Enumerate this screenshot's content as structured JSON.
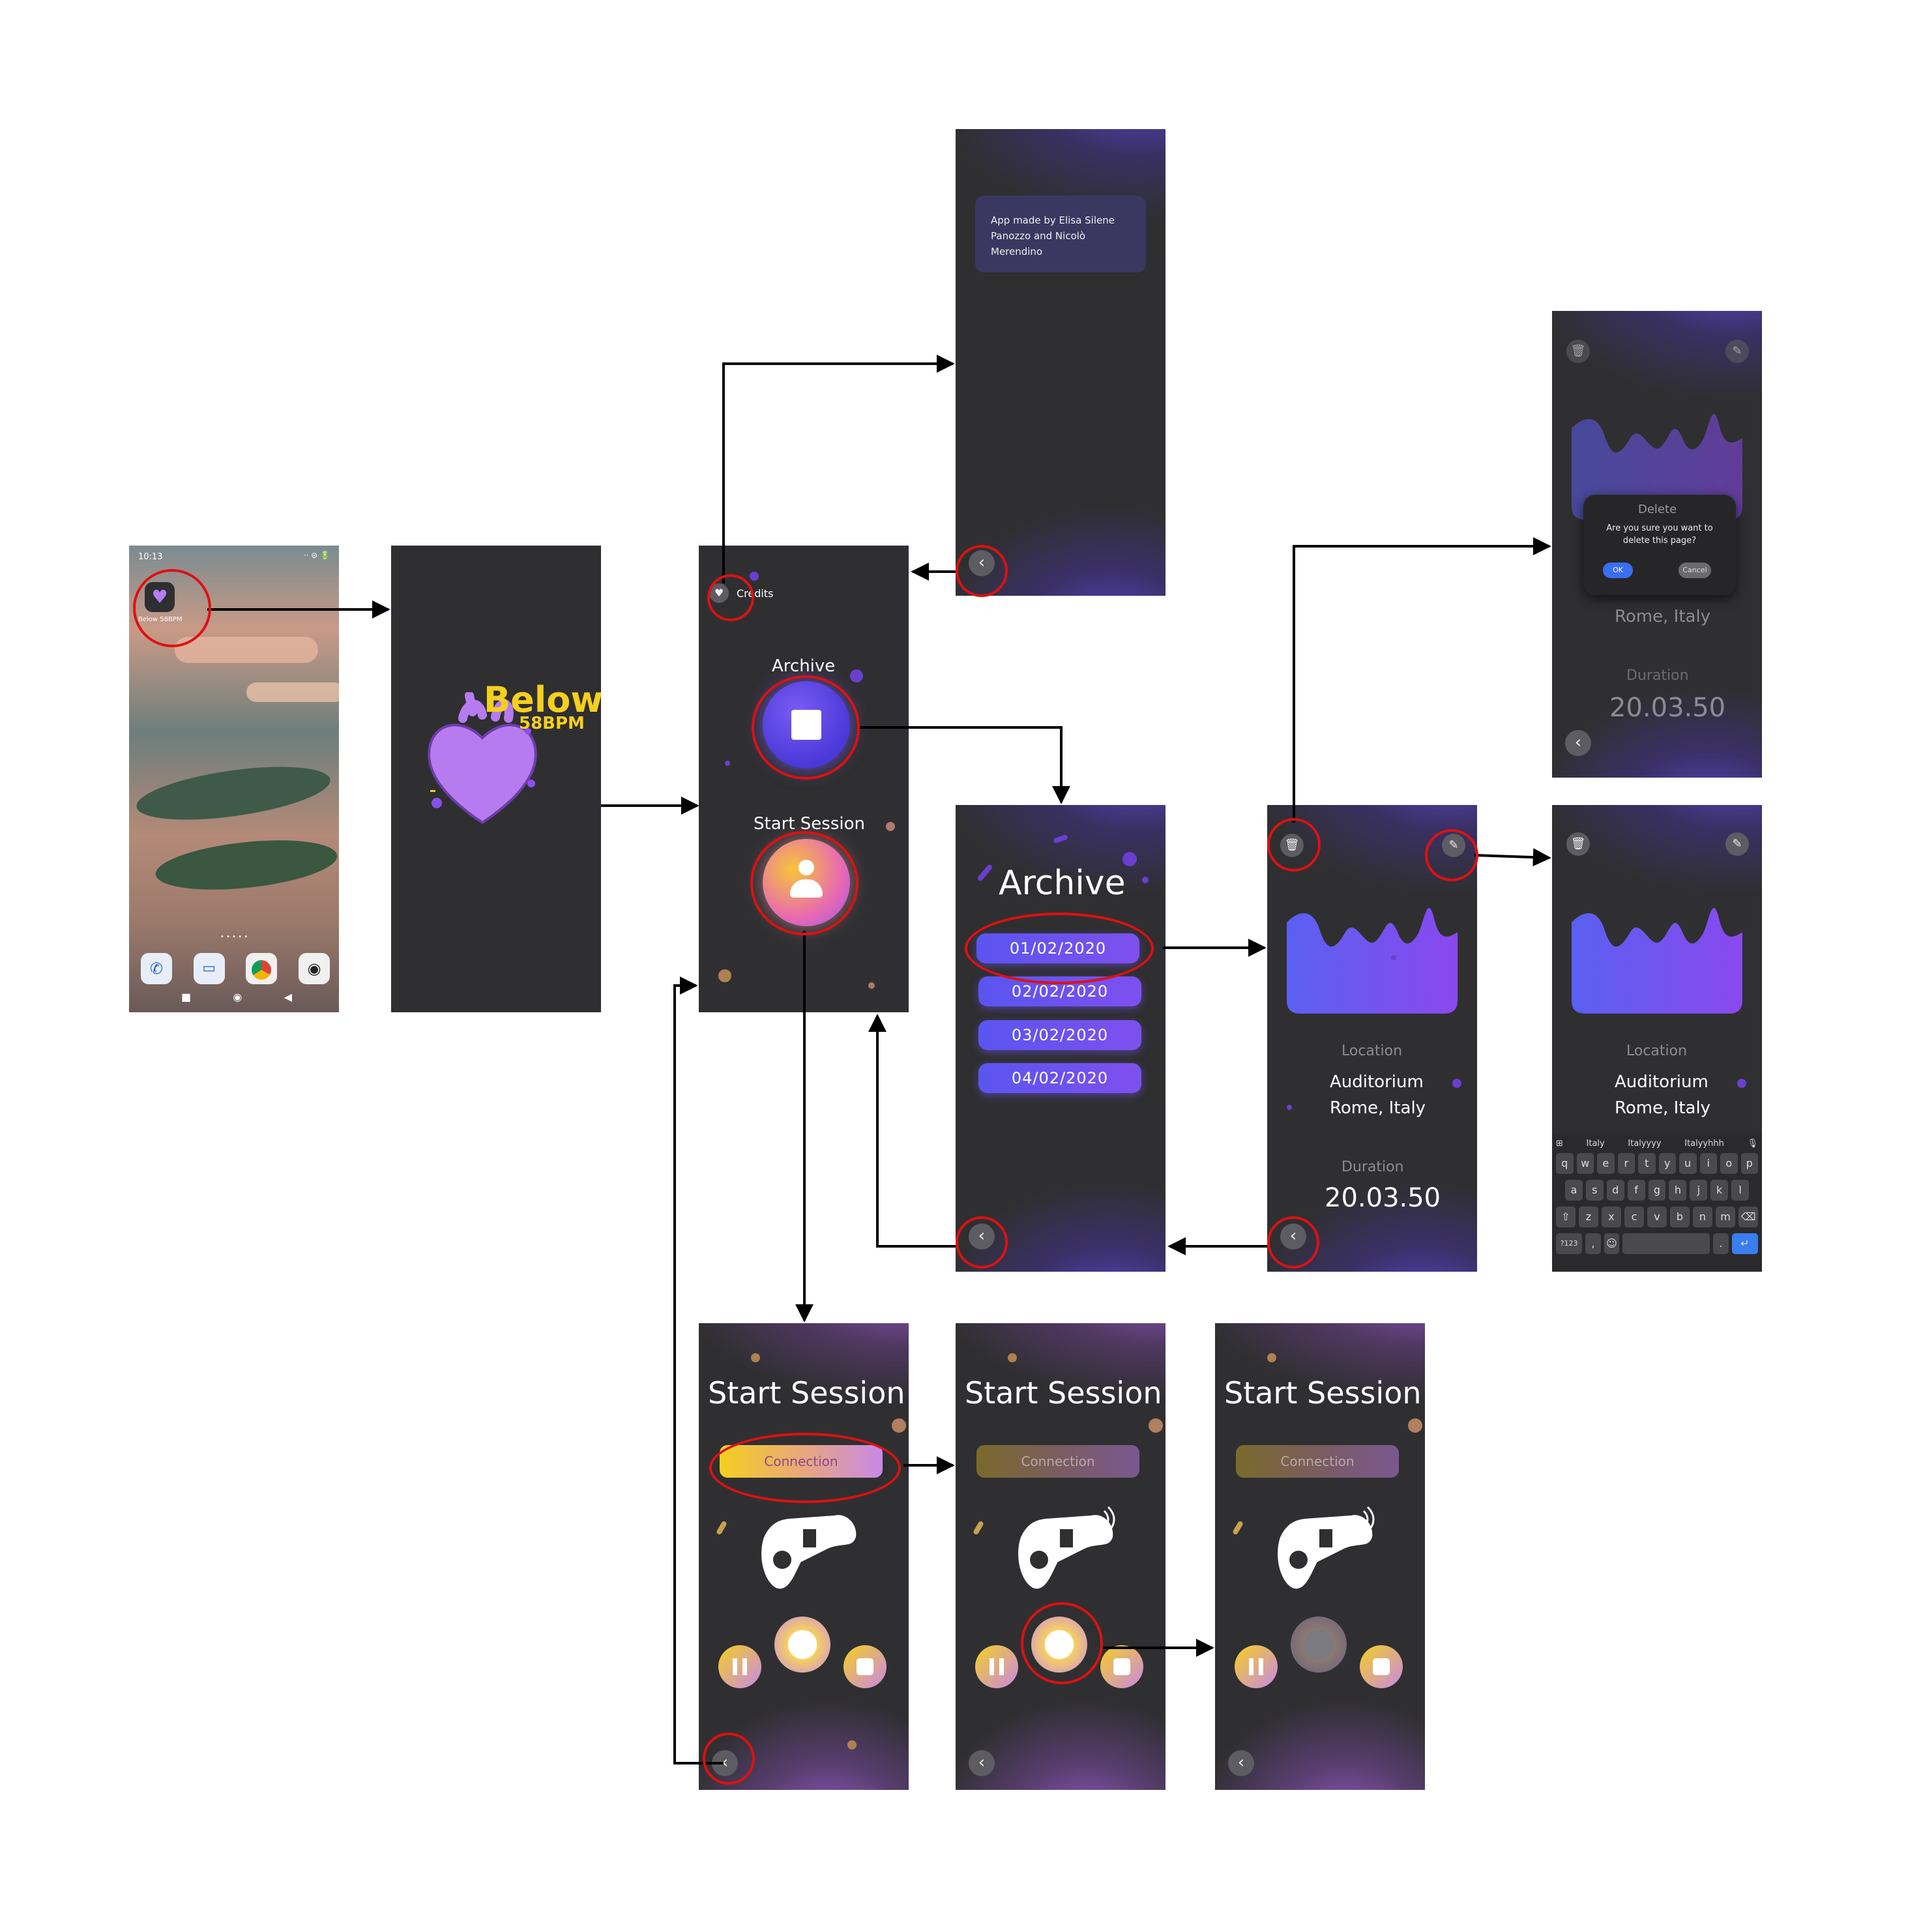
{
  "home": {
    "status_time": "10:13",
    "status_icons": "⋅⋅ ⊜ 🔋",
    "app_label": "Below 58BPM"
  },
  "splash": {
    "brand": "Below",
    "bpm": "58BPM"
  },
  "menu": {
    "credits": "Credits",
    "archive": "Archive",
    "start_session": "Start Session"
  },
  "credits": {
    "text": "App made by Elisa Silene Panozzo and Nicolò Merendino"
  },
  "archive": {
    "title": "Archive",
    "dates": [
      "01/02/2020",
      "02/02/2020",
      "03/02/2020",
      "04/02/2020"
    ]
  },
  "detail": {
    "location_label": "Location",
    "location_line1": "Auditorium",
    "location_line2": "Rome, Italy",
    "duration_label": "Duration",
    "duration_value": "20.03.50"
  },
  "delete_dialog": {
    "title": "Delete",
    "message": "Are you sure you want to delete this page?",
    "ok": "OK",
    "cancel": "Cancel",
    "bg_location_line1": "Auditorium",
    "bg_location_line2": "Rome, Italy",
    "bg_duration_label": "Duration",
    "bg_duration_value": "20.03.50"
  },
  "keyboard": {
    "suggestions": [
      "Italy",
      "Italyyyy",
      "Italyyhhh"
    ],
    "row1": [
      "q",
      "w",
      "e",
      "r",
      "t",
      "y",
      "u",
      "i",
      "o",
      "p"
    ],
    "row2": [
      "a",
      "s",
      "d",
      "f",
      "g",
      "h",
      "j",
      "k",
      "l"
    ],
    "row3": [
      "⇧",
      "z",
      "x",
      "c",
      "v",
      "b",
      "n",
      "m",
      "⌫"
    ],
    "row4": [
      "?123",
      ",",
      "☺",
      "",
      ".",
      "↵"
    ]
  },
  "session": {
    "title": "Start Session",
    "connection": "Connection"
  },
  "colors": {
    "accent_purple": "#6a4ff0",
    "accent_yellow": "#f5d020",
    "annotation_red": "#d11111",
    "screen_bg": "#2f2f31"
  }
}
